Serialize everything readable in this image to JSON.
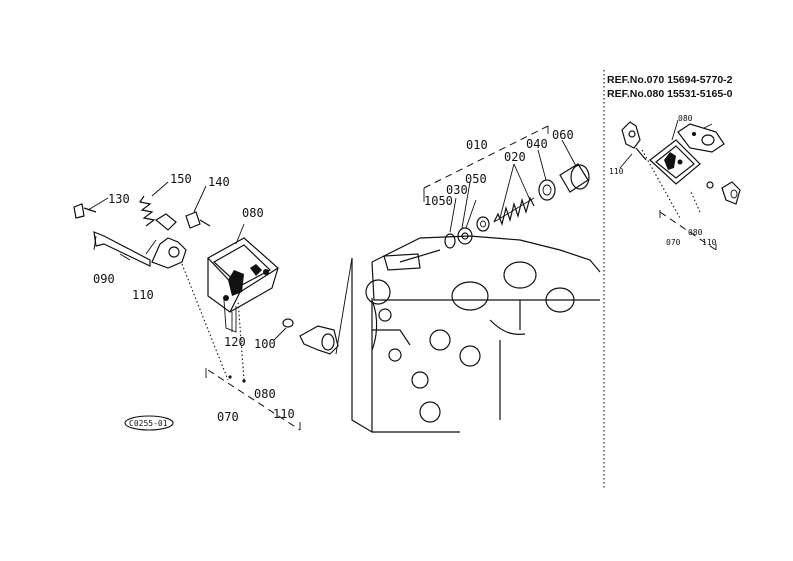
{
  "callouts": {
    "c010": "010",
    "c020": "020",
    "c030": "030",
    "c040": "040",
    "c050": "050",
    "c060": "060",
    "c1050": "1050",
    "c130": "130",
    "c150": "150",
    "c140": "140",
    "c080": "080",
    "c090": "090",
    "c110": "110",
    "c120": "120",
    "c100": "100",
    "c080b": "080",
    "c070": "070",
    "c110b": "110"
  },
  "inset": {
    "ref1": "REF.No.070  15694-5770-2",
    "ref2": "REF.No.080  15531-5165-0",
    "c080": "080",
    "c110": "110",
    "c070": "070",
    "c080b": "080",
    "c110b": "110"
  },
  "stamp": "C0255-01"
}
